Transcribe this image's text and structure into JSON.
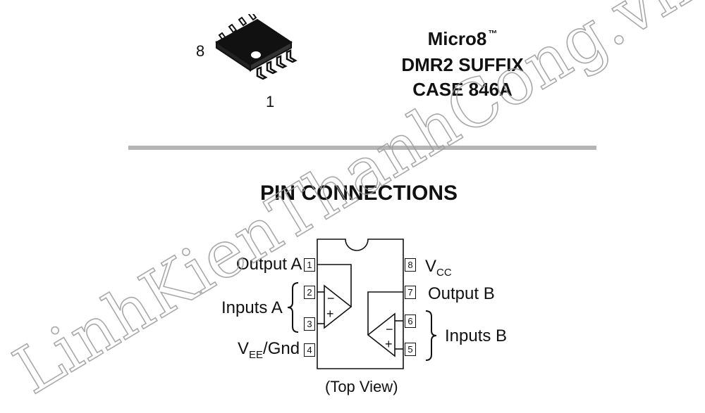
{
  "package": {
    "pin_top_label": "8",
    "pin_bottom_label": "1",
    "name": "Micro8",
    "trademark": "™",
    "suffix": "DMR2 SUFFIX",
    "case": "CASE 846A"
  },
  "section_title": "PIN CONNECTIONS",
  "view_note": "(Top View)",
  "pins": {
    "p1": "1",
    "p2": "2",
    "p3": "3",
    "p4": "4",
    "p5": "5",
    "p6": "6",
    "p7": "7",
    "p8": "8"
  },
  "labels": {
    "output_a": "Output A",
    "inputs_a": "Inputs A",
    "vee_main": "V",
    "vee_sub": "EE",
    "vee_rest": "/Gnd",
    "vcc_main": "V",
    "vcc_sub": "CC",
    "output_b": "Output B",
    "inputs_b": "Inputs B"
  },
  "opamp_signs": {
    "minus": "−",
    "plus": "+"
  },
  "watermark": "LinhKienThanhCong.vn",
  "colors": {
    "divider": "#b5b5b5",
    "ink": "#111111",
    "watermark_stroke": "#9a9a9a"
  }
}
